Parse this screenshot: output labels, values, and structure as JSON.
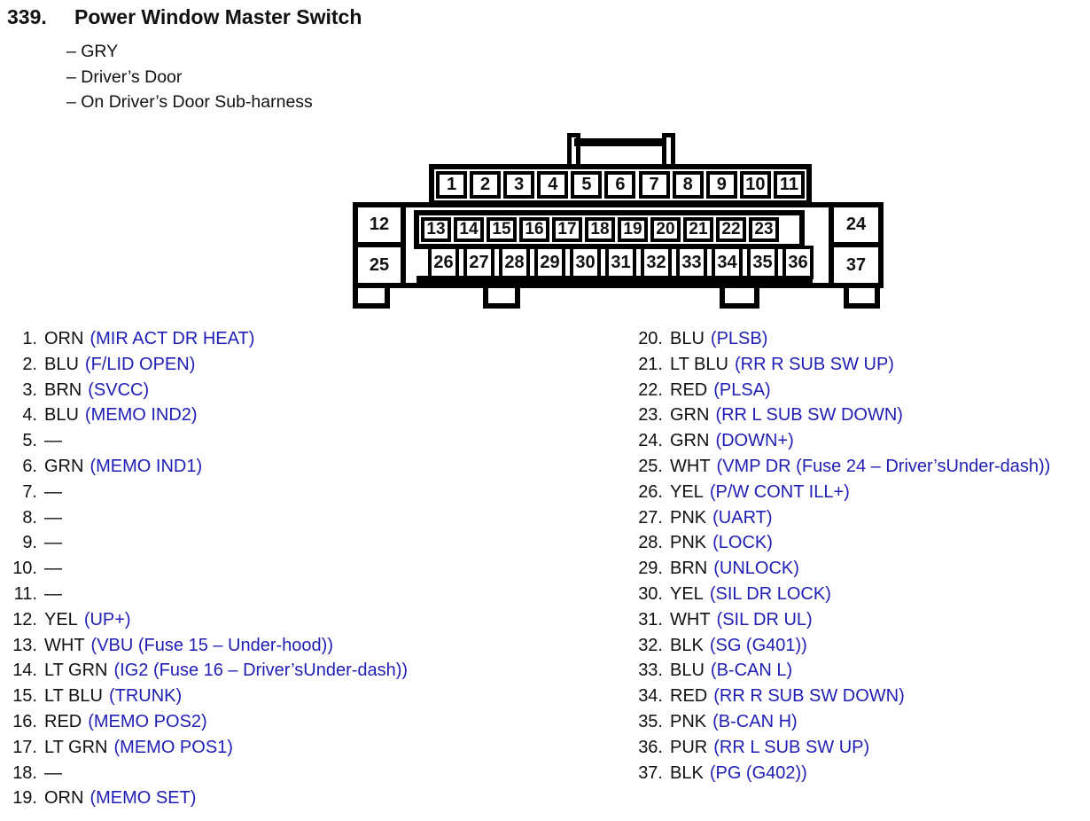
{
  "header": {
    "item_number": "339.",
    "title": "Power Window Master Switch",
    "subtitles": [
      "– GRY",
      "– Driver’s Door",
      "– On Driver’s Door Sub-harness"
    ]
  },
  "connector": {
    "top_row": [
      "1",
      "2",
      "3",
      "4",
      "5",
      "6",
      "7",
      "8",
      "9",
      "10",
      "11"
    ],
    "middle_row": [
      "13",
      "14",
      "15",
      "16",
      "17",
      "18",
      "19",
      "20",
      "21",
      "22",
      "23"
    ],
    "bottom_row": [
      "26",
      "27",
      "28",
      "29",
      "30",
      "31",
      "32",
      "33",
      "34",
      "35",
      "36"
    ],
    "side": {
      "left_top": "12",
      "left_bottom": "25",
      "right_top": "24",
      "right_bottom": "37"
    }
  },
  "pins": {
    "left_column": [
      {
        "num": "1.",
        "color": "ORN",
        "signal": "(MIR ACT DR HEAT)"
      },
      {
        "num": "2.",
        "color": "BLU",
        "signal": "(F/LID OPEN)"
      },
      {
        "num": "3.",
        "color": "BRN",
        "signal": "(SVCC)"
      },
      {
        "num": "4.",
        "color": "BLU",
        "signal": "(MEMO IND2)"
      },
      {
        "num": "5.",
        "color": "—",
        "signal": ""
      },
      {
        "num": "6.",
        "color": "GRN",
        "signal": "(MEMO IND1)"
      },
      {
        "num": "7.",
        "color": "—",
        "signal": ""
      },
      {
        "num": "8.",
        "color": "—",
        "signal": ""
      },
      {
        "num": "9.",
        "color": "—",
        "signal": ""
      },
      {
        "num": "10.",
        "color": "—",
        "signal": ""
      },
      {
        "num": "11.",
        "color": "—",
        "signal": ""
      },
      {
        "num": "12.",
        "color": "YEL",
        "signal": "(UP+)"
      },
      {
        "num": "13.",
        "color": "WHT",
        "signal": "(VBU (Fuse 15 – Under-hood))"
      },
      {
        "num": "14.",
        "color": "LT GRN",
        "signal": "(IG2 (Fuse 16 – Driver’sUnder-dash))"
      },
      {
        "num": "15.",
        "color": "LT BLU",
        "signal": "(TRUNK)"
      },
      {
        "num": "16.",
        "color": "RED",
        "signal": "(MEMO POS2)"
      },
      {
        "num": "17.",
        "color": "LT GRN",
        "signal": "(MEMO POS1)"
      },
      {
        "num": "18.",
        "color": "—",
        "signal": ""
      },
      {
        "num": "19.",
        "color": "ORN",
        "signal": "(MEMO SET)"
      }
    ],
    "right_column": [
      {
        "num": "20.",
        "color": "BLU",
        "signal": "(PLSB)"
      },
      {
        "num": "21.",
        "color": "LT BLU",
        "signal": "(RR R SUB SW UP)"
      },
      {
        "num": "22.",
        "color": "RED",
        "signal": "(PLSA)"
      },
      {
        "num": "23.",
        "color": "GRN",
        "signal": "(RR L SUB SW DOWN)"
      },
      {
        "num": "24.",
        "color": "GRN",
        "signal": "(DOWN+)"
      },
      {
        "num": "25.",
        "color": "WHT",
        "signal": "(VMP DR (Fuse 24 – Driver’sUnder-dash))"
      },
      {
        "num": "26.",
        "color": "YEL",
        "signal": "(P/W CONT ILL+)"
      },
      {
        "num": "27.",
        "color": "PNK",
        "signal": "(UART)"
      },
      {
        "num": "28.",
        "color": "PNK",
        "signal": "(LOCK)"
      },
      {
        "num": "29.",
        "color": "BRN",
        "signal": "(UNLOCK)"
      },
      {
        "num": "30.",
        "color": "YEL",
        "signal": "(SIL DR LOCK)"
      },
      {
        "num": "31.",
        "color": "WHT",
        "signal": "(SIL DR UL)"
      },
      {
        "num": "32.",
        "color": "BLK",
        "signal": "(SG (G401))"
      },
      {
        "num": "33.",
        "color": "BLU",
        "signal": "(B-CAN L)"
      },
      {
        "num": "34.",
        "color": "RED",
        "signal": "(RR R SUB SW DOWN)"
      },
      {
        "num": "35.",
        "color": "PNK",
        "signal": "(B-CAN H)"
      },
      {
        "num": "36.",
        "color": "PUR",
        "signal": "(RR L SUB SW UP)"
      },
      {
        "num": "37.",
        "color": "BLK",
        "signal": "(PG (G402))"
      }
    ]
  },
  "colors": {
    "signal_blue": "#1e1eb4",
    "line_black": "#000000",
    "text_black": "#111111"
  }
}
